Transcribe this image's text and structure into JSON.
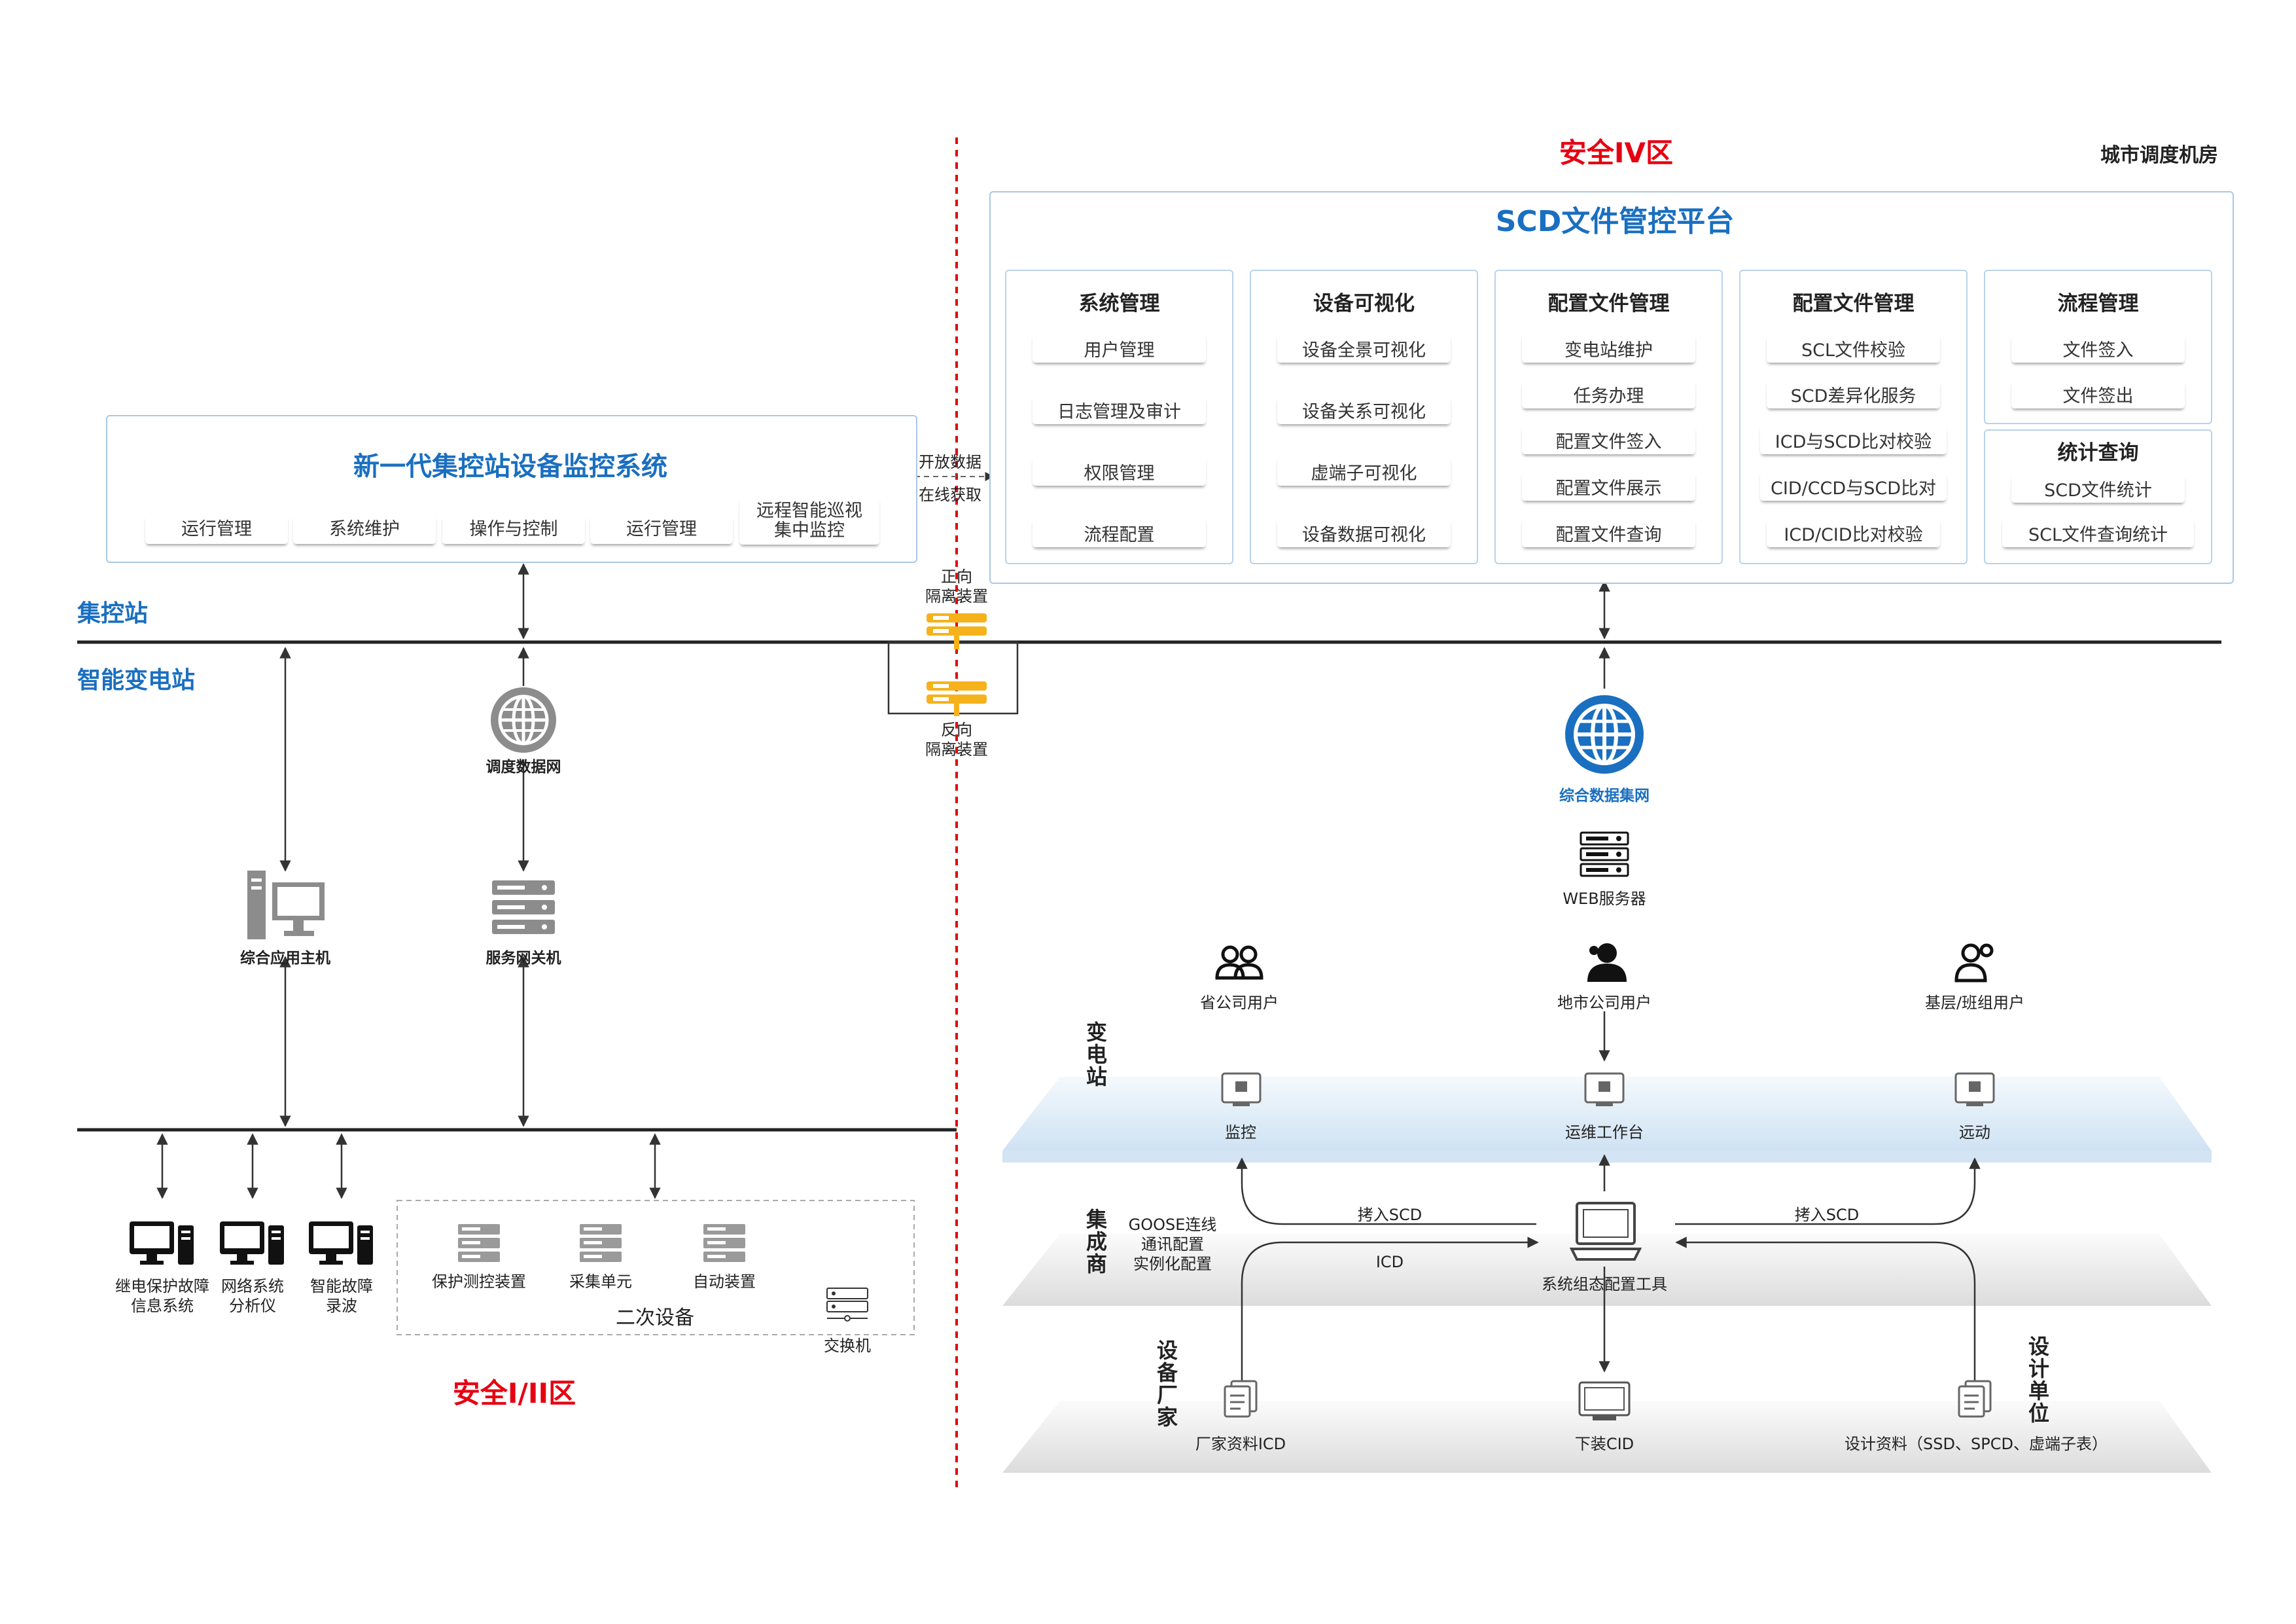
{
  "zones": {
    "safe4": "安全IV区",
    "safe12": "安全I/II区",
    "city_room": "城市调度机房",
    "jikong": "集控站",
    "zhineng": "智能变电站"
  },
  "platform": {
    "title": "SCD文件管控平台",
    "modules": [
      {
        "title": "系统管理",
        "items": [
          "用户管理",
          "日志管理及审计",
          "权限管理",
          "流程配置"
        ]
      },
      {
        "title": "设备可视化",
        "items": [
          "设备全景可视化",
          "设备关系可视化",
          "虚端子可视化",
          "设备数据可视化"
        ]
      },
      {
        "title": "配置文件管理",
        "items": [
          "变电站维护",
          "任务办理",
          "配置文件签入",
          "配置文件展示",
          "配置文件查询"
        ]
      },
      {
        "title": "配置文件管理",
        "items": [
          "SCL文件校验",
          "SCD差异化服务",
          "ICD与SCD比对校验",
          "CID/CCD与SCD比对",
          "ICD/CID比对校验"
        ]
      },
      {
        "title": "流程管理",
        "items": [
          "文件签入",
          "文件签出"
        ]
      },
      {
        "title": "统计查询",
        "items": [
          "SCD文件统计",
          "SCL文件查询统计"
        ]
      }
    ]
  },
  "monitor": {
    "title": "新一代集控站设备监控系统",
    "items": [
      "运行管理",
      "系统维护",
      "操作与控制",
      "运行管理",
      "远程智能巡视\n集中监控"
    ]
  },
  "isolation": {
    "open_data": "开放数据",
    "online": "在线获取",
    "forward": "正向\n隔离装置",
    "reverse": "反向\n隔离装置"
  },
  "left_nodes": {
    "dispatch_net": "调度数据网",
    "host": "综合应用主机",
    "gateway": "服务网关机",
    "relay": "继电保护故障\n信息系统",
    "netanalyzer": "网络系统\n分析仪",
    "recorder": "智能故障\n录波",
    "protect": "保护测控装置",
    "collector": "采集单元",
    "auto": "自动装置",
    "secondary": "二次设备",
    "switch": "交换机"
  },
  "right_nodes": {
    "data_net": "综合数据集网",
    "web_server": "WEB服务器",
    "user_prov": "省公司用户",
    "user_city": "地市公司用户",
    "user_base": "基层/班组用户",
    "layer_station": "变电站",
    "ws_monitor": "监控",
    "ws_ops": "运维工作台",
    "ws_remote": "远动",
    "layer_integrator": "集成商",
    "goose": "GOOSE连线\n通讯配置\n实例化配置",
    "import_scd_l": "拷入SCD",
    "import_scd_r": "拷入SCD",
    "icd": "ICD",
    "config_tool": "系统组态配置工具",
    "layer_vendor": "设备厂家",
    "layer_design": "设计单位",
    "vendor_icd": "厂家资料ICD",
    "download_cid": "下装CID",
    "design_docs": "设计资料（SSD、SPCD、虚端子表）"
  },
  "colors": {
    "red": "#e60012",
    "blue": "#1a6fc0",
    "line": "#222222",
    "panel_border": "#a9c8e6",
    "isolator": "#f6b21b"
  }
}
